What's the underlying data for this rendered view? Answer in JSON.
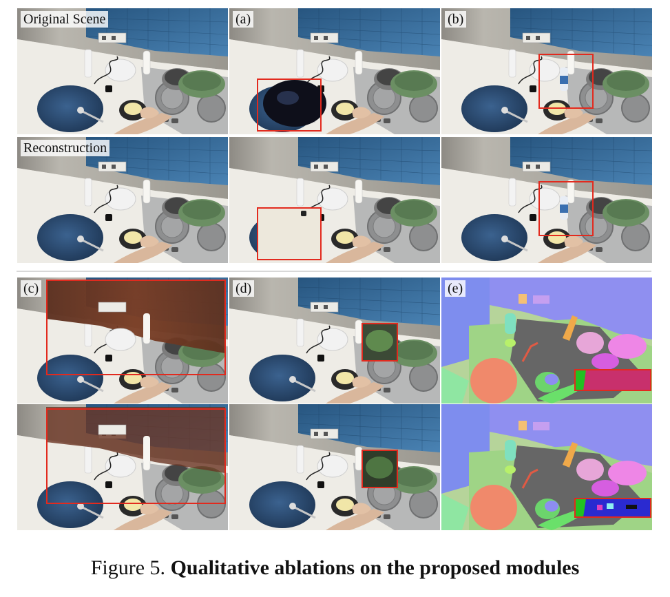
{
  "labels": {
    "original": "Original Scene",
    "reconstruction": "Reconstruction",
    "a": "(a)",
    "b": "(b)",
    "c": "(c)",
    "d": "(d)",
    "e": "(e)"
  },
  "caption": {
    "prefix": "Figure 5.",
    "title": "Qualitative ablations on the proposed modules"
  },
  "colors": {
    "box": "#e22a1e",
    "tiles": "#3b6ea0",
    "counter": "#e8e6e0",
    "plate": "#2e4e74",
    "pot": "#6b8f63"
  }
}
